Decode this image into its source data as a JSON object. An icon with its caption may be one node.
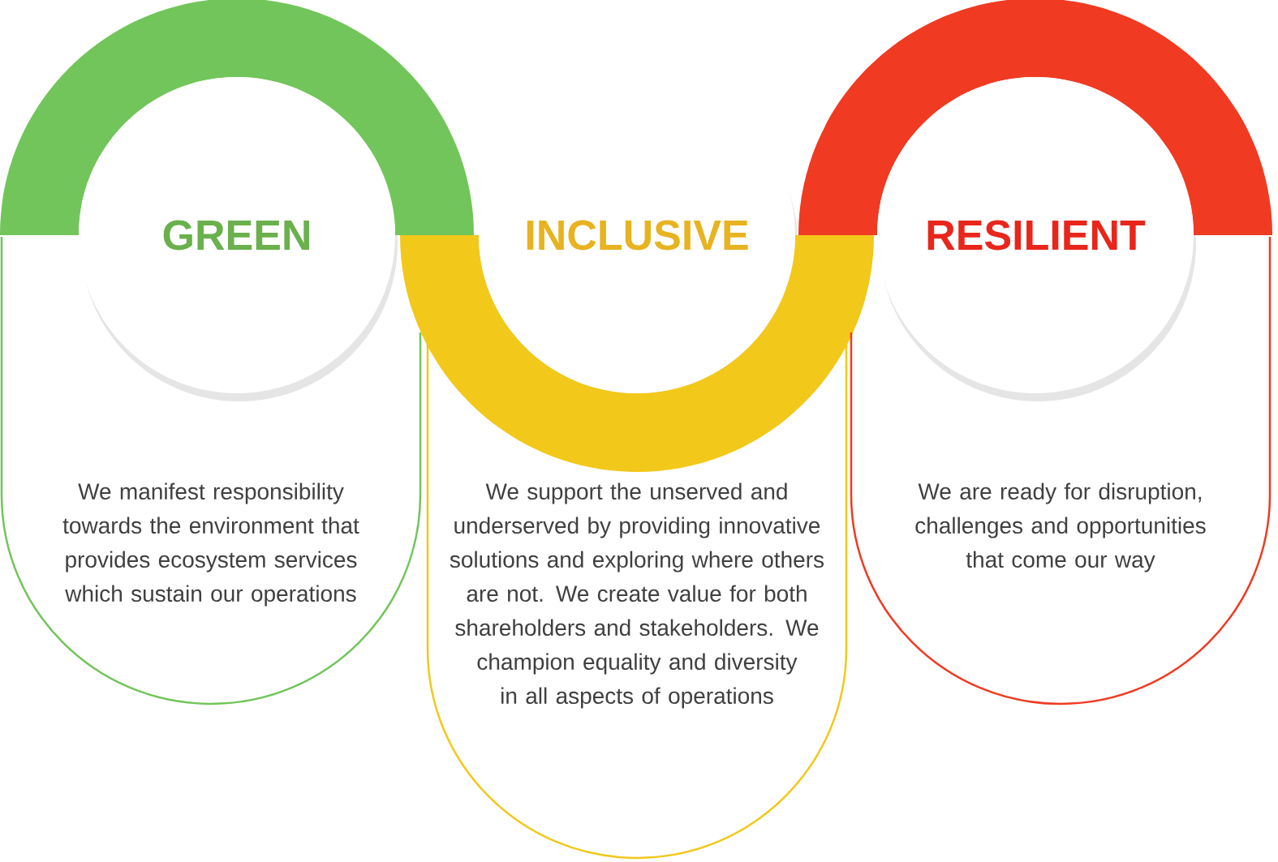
{
  "diagram": {
    "nodes": [
      {
        "text": [
          "GREEN",
          "We manifest responsibility towards the environment that provides ecosystem services which sustain our operations"
        ]
      },
      {
        "text": [
          "INCLUSIVE",
          "We support the unserved and underserved by providing innovative solutions and exploring where others are not. We create value for both shareholders and stakeholders. We champion equality and diversity in all aspects of operations"
        ]
      },
      {
        "text": [
          "RESILIENT",
          "We are ready for disruption, challenges and opportunities that come our way"
        ]
      }
    ]
  }
}
